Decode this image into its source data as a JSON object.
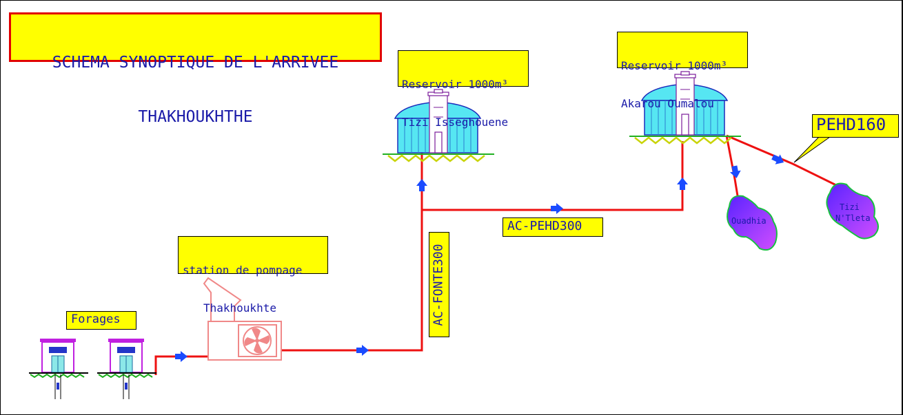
{
  "title": {
    "line1": "SCHEMA SYNOPTIQUE DE L'ARRIVEE",
    "line2": "THAKHOUKHTHE"
  },
  "reservoir_1": {
    "line1": "Reservoir 1000m³",
    "line2": "Tizi Isseghouene"
  },
  "reservoir_2": {
    "line1": "Reservoir 1000m³",
    "line2": "Akarou Oumalou"
  },
  "pumping_station": {
    "line1": "station de pompage",
    "line2": "Thakhoukhte"
  },
  "boreholes": {
    "label": "Forages"
  },
  "pipes": {
    "vertical": "AC-FONTE300",
    "horizontal": "AC-PEHD300",
    "branch": "PEHD160"
  },
  "villages": {
    "left": "Ouadhia",
    "right_line1": "Tizi",
    "right_line2": "N'Tleta"
  },
  "colors": {
    "pipe": "#ee1111",
    "label_bg": "#ffff00",
    "label_text": "#1a1aa8",
    "arrow": "#1a4bff",
    "tank": "#56e6f2",
    "ground": "#d7e014",
    "borehole": "#c020e0"
  }
}
